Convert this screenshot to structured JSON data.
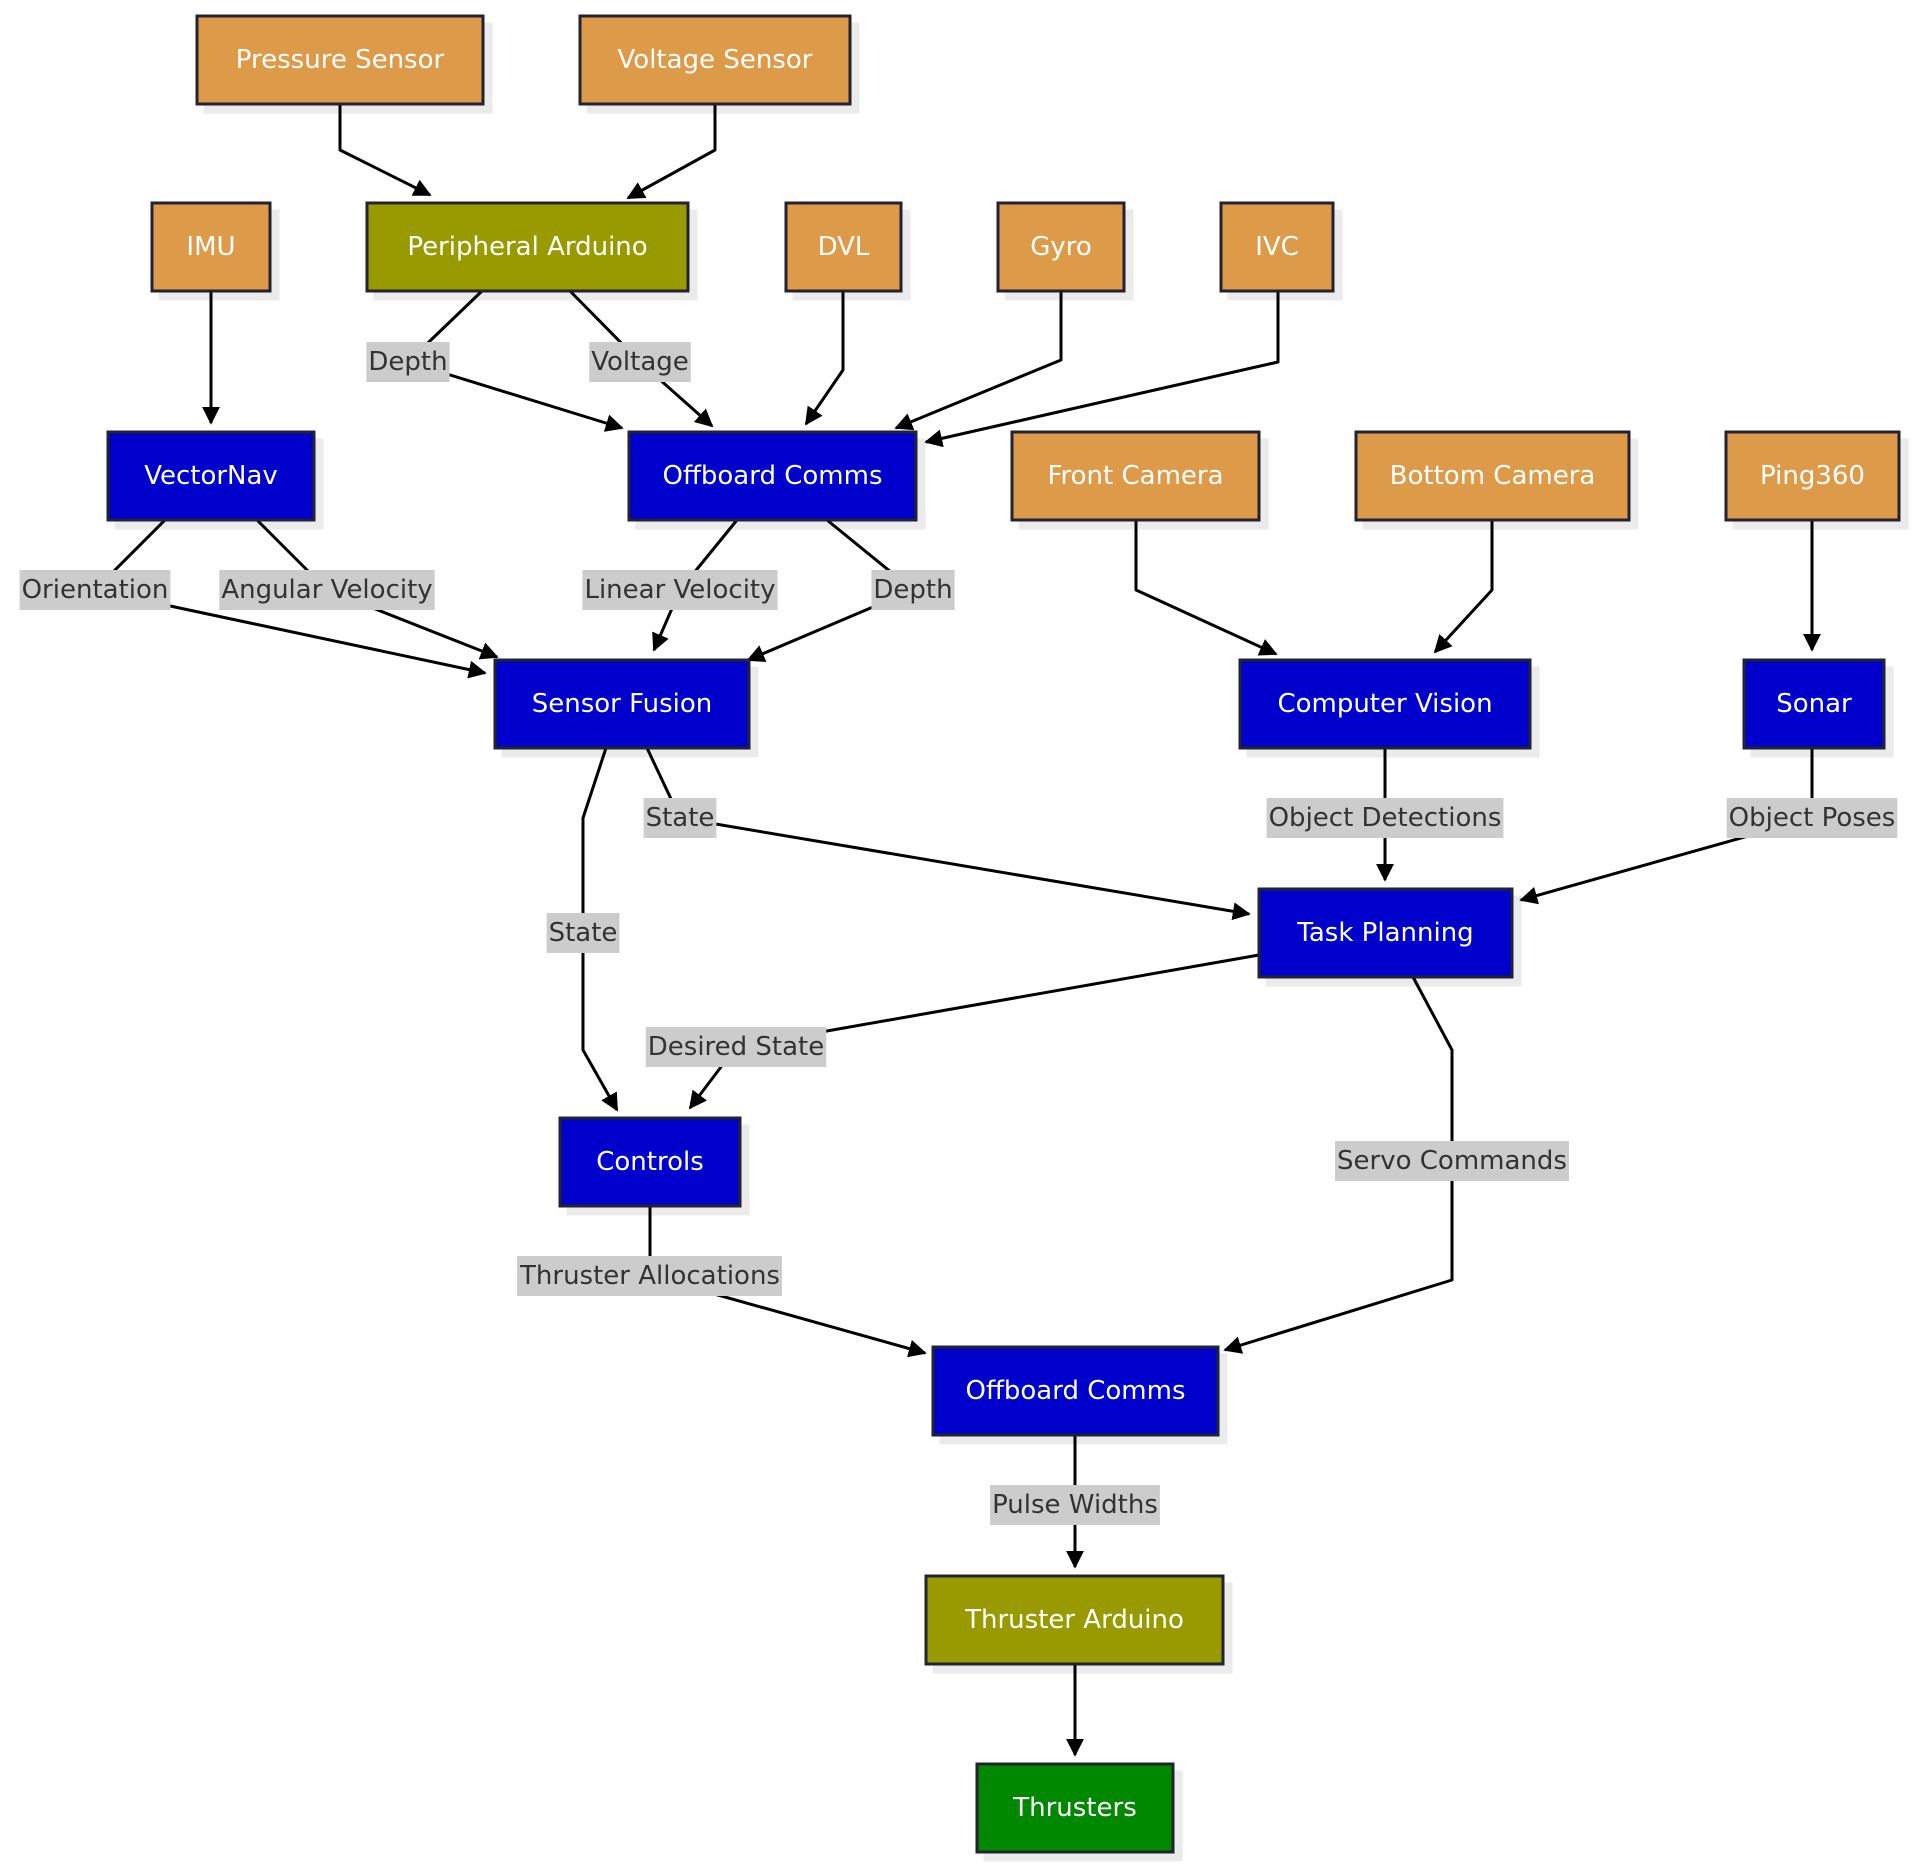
{
  "colors": {
    "sensor": "#DD9A4A",
    "arduino": "#999900",
    "software": "#0000CC",
    "actuator": "#008800",
    "label_bg": "#CCCCCC",
    "stroke": "#222233",
    "edge": "#000000",
    "edge_text": "#333333",
    "node_text": "#ffffff"
  },
  "nodes": {
    "pressure_sensor": {
      "label": "Pressure Sensor",
      "kind": "sensor"
    },
    "voltage_sensor": {
      "label": "Voltage Sensor",
      "kind": "sensor"
    },
    "imu": {
      "label": "IMU",
      "kind": "sensor"
    },
    "peripheral_arduino": {
      "label": "Peripheral Arduino",
      "kind": "arduino"
    },
    "dvl": {
      "label": "DVL",
      "kind": "sensor"
    },
    "gyro": {
      "label": "Gyro",
      "kind": "sensor"
    },
    "ivc": {
      "label": "IVC",
      "kind": "sensor"
    },
    "vectornav": {
      "label": "VectorNav",
      "kind": "software"
    },
    "offboard_comms_top": {
      "label": "Offboard Comms",
      "kind": "software"
    },
    "front_camera": {
      "label": "Front Camera",
      "kind": "sensor"
    },
    "bottom_camera": {
      "label": "Bottom Camera",
      "kind": "sensor"
    },
    "ping360": {
      "label": "Ping360",
      "kind": "sensor"
    },
    "sensor_fusion": {
      "label": "Sensor Fusion",
      "kind": "software"
    },
    "computer_vision": {
      "label": "Computer Vision",
      "kind": "software"
    },
    "sonar": {
      "label": "Sonar",
      "kind": "software"
    },
    "task_planning": {
      "label": "Task Planning",
      "kind": "software"
    },
    "controls": {
      "label": "Controls",
      "kind": "software"
    },
    "offboard_comms_bottom": {
      "label": "Offboard Comms",
      "kind": "software"
    },
    "thruster_arduino": {
      "label": "Thruster Arduino",
      "kind": "arduino"
    },
    "thrusters": {
      "label": "Thrusters",
      "kind": "actuator"
    }
  },
  "edges": [
    {
      "from": "pressure_sensor",
      "to": "peripheral_arduino",
      "label": ""
    },
    {
      "from": "voltage_sensor",
      "to": "peripheral_arduino",
      "label": ""
    },
    {
      "from": "imu",
      "to": "vectornav",
      "label": ""
    },
    {
      "from": "peripheral_arduino",
      "to": "offboard_comms_top",
      "label": "Depth"
    },
    {
      "from": "peripheral_arduino",
      "to": "offboard_comms_top",
      "label": "Voltage"
    },
    {
      "from": "dvl",
      "to": "offboard_comms_top",
      "label": ""
    },
    {
      "from": "gyro",
      "to": "offboard_comms_top",
      "label": ""
    },
    {
      "from": "ivc",
      "to": "offboard_comms_top",
      "label": ""
    },
    {
      "from": "vectornav",
      "to": "sensor_fusion",
      "label": "Orientation"
    },
    {
      "from": "vectornav",
      "to": "sensor_fusion",
      "label": "Angular Velocity"
    },
    {
      "from": "offboard_comms_top",
      "to": "sensor_fusion",
      "label": "Linear Velocity"
    },
    {
      "from": "offboard_comms_top",
      "to": "sensor_fusion",
      "label": "Depth"
    },
    {
      "from": "front_camera",
      "to": "computer_vision",
      "label": ""
    },
    {
      "from": "bottom_camera",
      "to": "computer_vision",
      "label": ""
    },
    {
      "from": "ping360",
      "to": "sonar",
      "label": ""
    },
    {
      "from": "sensor_fusion",
      "to": "task_planning",
      "label": "State"
    },
    {
      "from": "sensor_fusion",
      "to": "controls",
      "label": "State"
    },
    {
      "from": "computer_vision",
      "to": "task_planning",
      "label": "Object Detections"
    },
    {
      "from": "sonar",
      "to": "task_planning",
      "label": "Object Poses"
    },
    {
      "from": "task_planning",
      "to": "controls",
      "label": "Desired State"
    },
    {
      "from": "task_planning",
      "to": "offboard_comms_bottom",
      "label": "Servo Commands"
    },
    {
      "from": "controls",
      "to": "offboard_comms_bottom",
      "label": "Thruster Allocations"
    },
    {
      "from": "offboard_comms_bottom",
      "to": "thruster_arduino",
      "label": "Pulse Widths"
    },
    {
      "from": "thruster_arduino",
      "to": "thrusters",
      "label": ""
    }
  ]
}
